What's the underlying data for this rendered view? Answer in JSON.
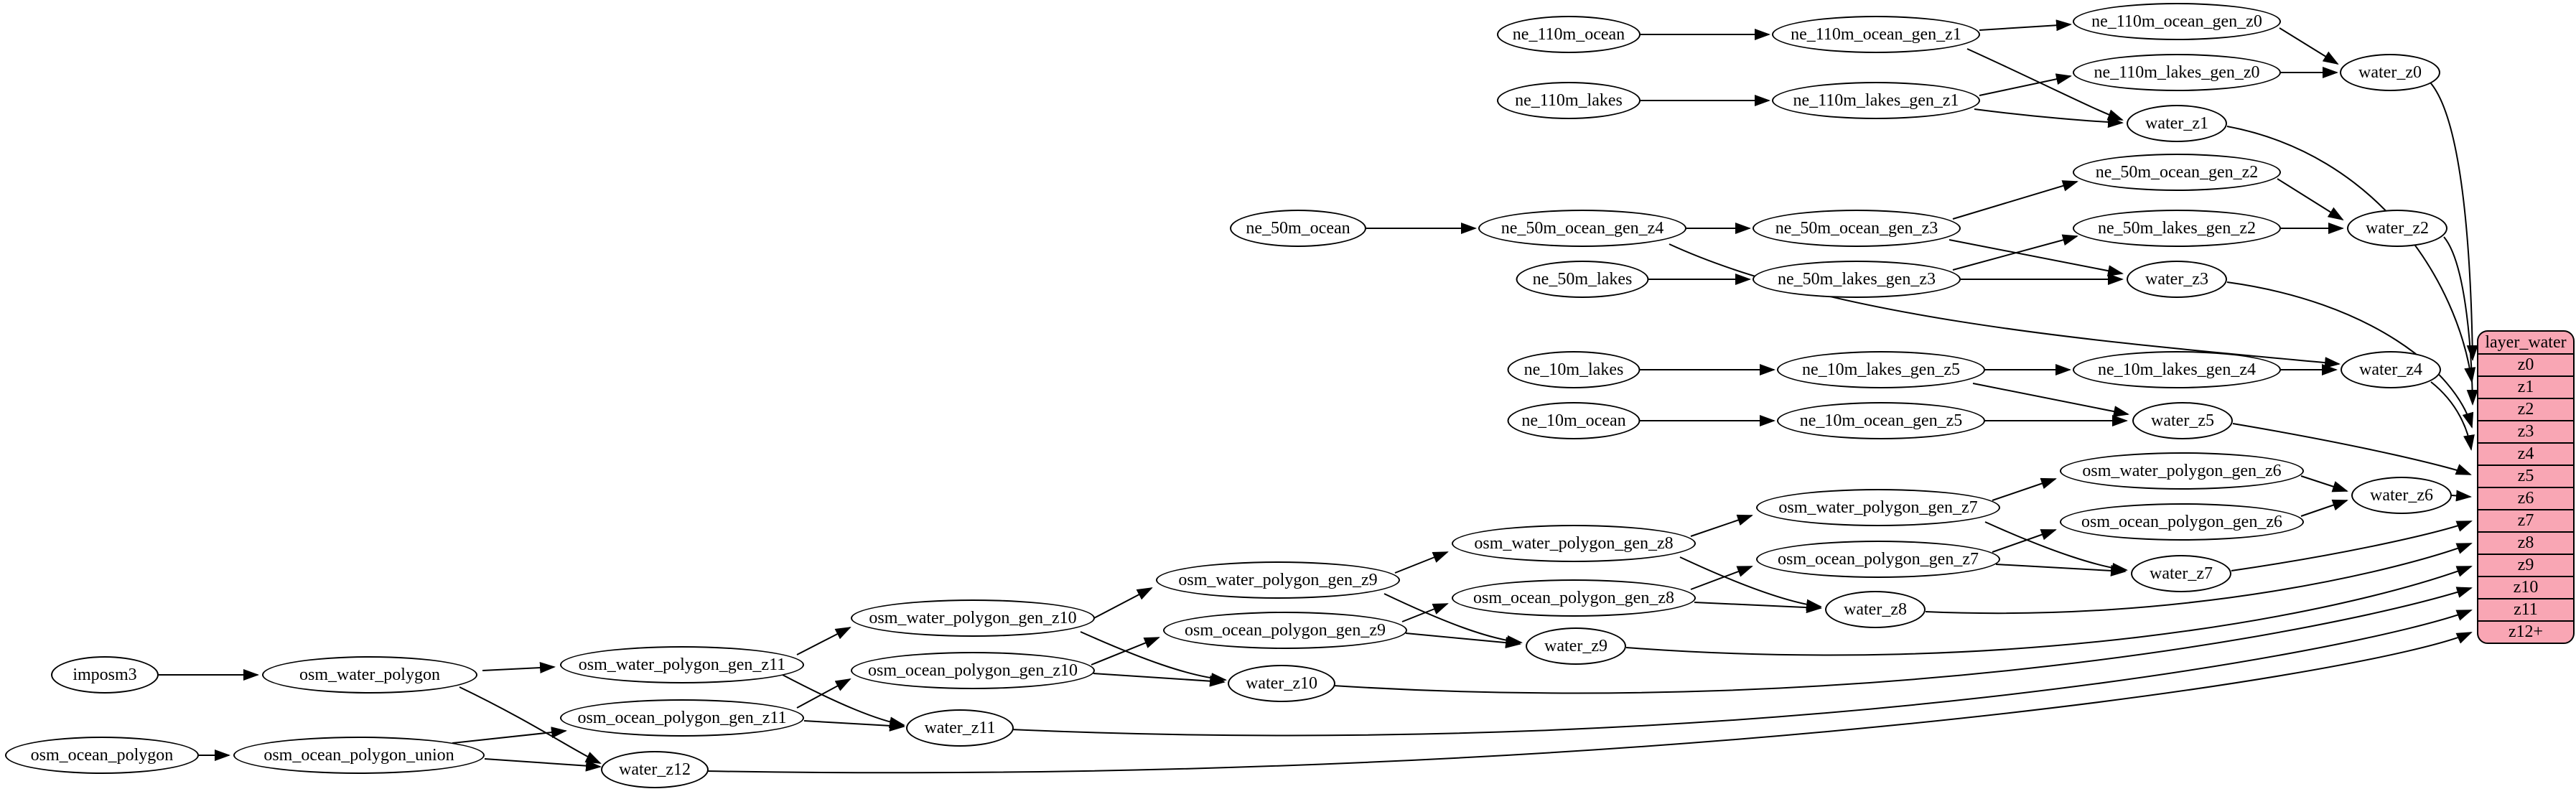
{
  "nodes": {
    "imposm3": "imposm3",
    "osm_water_polygon": "osm_water_polygon",
    "osm_ocean_polygon": "osm_ocean_polygon",
    "osm_ocean_polygon_union": "osm_ocean_polygon_union",
    "osm_water_polygon_gen_z11": "osm_water_polygon_gen_z11",
    "osm_ocean_polygon_gen_z11": "osm_ocean_polygon_gen_z11",
    "osm_water_polygon_gen_z10": "osm_water_polygon_gen_z10",
    "osm_ocean_polygon_gen_z10": "osm_ocean_polygon_gen_z10",
    "osm_water_polygon_gen_z9": "osm_water_polygon_gen_z9",
    "osm_ocean_polygon_gen_z9": "osm_ocean_polygon_gen_z9",
    "osm_water_polygon_gen_z8": "osm_water_polygon_gen_z8",
    "osm_ocean_polygon_gen_z8": "osm_ocean_polygon_gen_z8",
    "osm_water_polygon_gen_z7": "osm_water_polygon_gen_z7",
    "osm_ocean_polygon_gen_z7": "osm_ocean_polygon_gen_z7",
    "osm_water_polygon_gen_z6": "osm_water_polygon_gen_z6",
    "osm_ocean_polygon_gen_z6": "osm_ocean_polygon_gen_z6",
    "water_z0": "water_z0",
    "water_z1": "water_z1",
    "water_z2": "water_z2",
    "water_z3": "water_z3",
    "water_z4": "water_z4",
    "water_z5": "water_z5",
    "water_z6": "water_z6",
    "water_z7": "water_z7",
    "water_z8": "water_z8",
    "water_z9": "water_z9",
    "water_z10": "water_z10",
    "water_z11": "water_z11",
    "water_z12": "water_z12",
    "ne_110m_ocean": "ne_110m_ocean",
    "ne_110m_lakes": "ne_110m_lakes",
    "ne_110m_ocean_gen_z1": "ne_110m_ocean_gen_z1",
    "ne_110m_lakes_gen_z1": "ne_110m_lakes_gen_z1",
    "ne_110m_ocean_gen_z0": "ne_110m_ocean_gen_z0",
    "ne_110m_lakes_gen_z0": "ne_110m_lakes_gen_z0",
    "ne_50m_ocean": "ne_50m_ocean",
    "ne_50m_lakes": "ne_50m_lakes",
    "ne_50m_ocean_gen_z4": "ne_50m_ocean_gen_z4",
    "ne_50m_ocean_gen_z3": "ne_50m_ocean_gen_z3",
    "ne_50m_lakes_gen_z3": "ne_50m_lakes_gen_z3",
    "ne_50m_ocean_gen_z2": "ne_50m_ocean_gen_z2",
    "ne_50m_lakes_gen_z2": "ne_50m_lakes_gen_z2",
    "ne_10m_lakes": "ne_10m_lakes",
    "ne_10m_ocean": "ne_10m_ocean",
    "ne_10m_lakes_gen_z5": "ne_10m_lakes_gen_z5",
    "ne_10m_lakes_gen_z4": "ne_10m_lakes_gen_z4",
    "ne_10m_ocean_gen_z5": "ne_10m_ocean_gen_z5"
  },
  "table": {
    "title": "layer_water",
    "rows": [
      "z0",
      "z1",
      "z2",
      "z3",
      "z4",
      "z5",
      "z6",
      "z7",
      "z8",
      "z9",
      "z10",
      "z11",
      "z12+"
    ]
  },
  "colors": {
    "table_fill": "#f9a6b4",
    "node_fill": "#ffffff",
    "edge": "#000000"
  }
}
